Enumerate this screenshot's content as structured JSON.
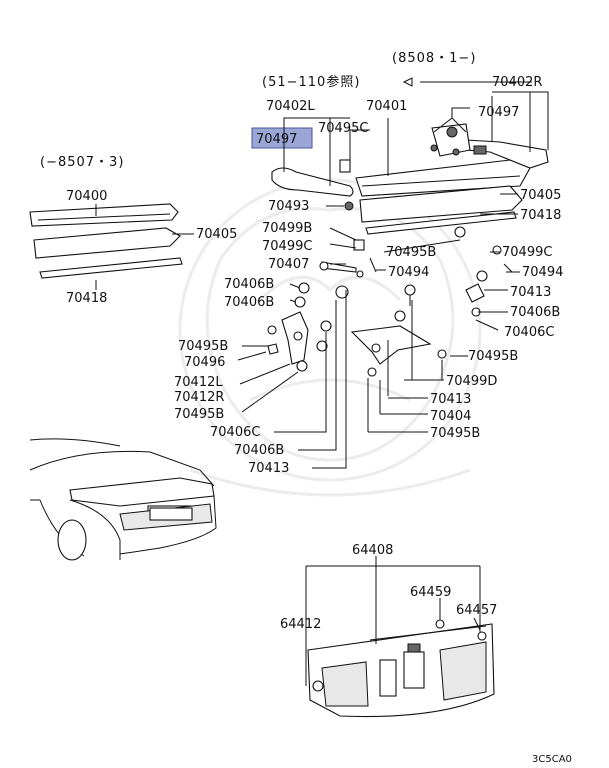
{
  "highlight_color": "#9aa6d6",
  "note_top_right": "(8508・1−)",
  "note_ref": "(51−110参照)",
  "note_left": "(−8507・3)",
  "figure_code": "3C5CA0",
  "labels": {
    "p70402R": "70402R",
    "p70402L": "70402L",
    "p70401": "70401",
    "p70497a": "70497",
    "p70497b": "70497",
    "p70495C": "70495C",
    "p70400": "70400",
    "p70493": "70493",
    "p70405a": "70405",
    "p70405b": "70405",
    "p70418a": "70418",
    "p70418b": "70418",
    "p70499B": "70499B",
    "p70499Ca": "70499C",
    "p70499Cb": "70499C",
    "p70495Ba": "70495B",
    "p70495Bb": "70495B",
    "p70495Bc": "70495B",
    "p70495Bd": "70495B",
    "p70495Be": "70495B",
    "p70407": "70407",
    "p70494a": "70494",
    "p70494b": "70494",
    "p70406Ba": "70406B",
    "p70406Bb": "70406B",
    "p70406Bc": "70406B",
    "p70406Bd": "70406B",
    "p70406Ca": "70406C",
    "p70406Cb": "70406C",
    "p70413a": "70413",
    "p70413b": "70413",
    "p70413c": "70413",
    "p70496": "70496",
    "p70412L": "70412L",
    "p70412R": "70412R",
    "p70499D": "70499D",
    "p70404": "70404",
    "p64408": "64408",
    "p64459": "64459",
    "p64457": "64457",
    "p64412": "64412"
  }
}
